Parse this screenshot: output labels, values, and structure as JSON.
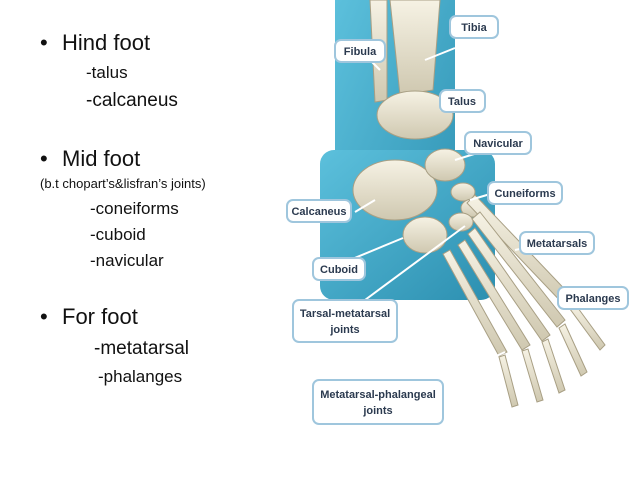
{
  "slide": {
    "sections": [
      {
        "heading": "Hind foot",
        "items": [
          "-talus",
          "-calcaneus"
        ]
      },
      {
        "heading": "Mid foot",
        "note": "(b.t chopart’s&lisfran’s joints)",
        "items": [
          "-coneiforms",
          "-cuboid",
          "-navicular"
        ]
      },
      {
        "heading": "For foot",
        "items": [
          "-metatarsal",
          "-phalanges"
        ]
      }
    ],
    "bullet_glyph": "•"
  },
  "figure": {
    "labels": {
      "tibia": "Tibia",
      "fibula": "Fibula",
      "talus": "Talus",
      "navicular": "Navicular",
      "cuneiforms": "Cuneiforms",
      "calcaneus": "Calcaneus",
      "metatarsals": "Metatarsals",
      "cuboid": "Cuboid",
      "phalanges": "Phalanges",
      "tarsal_1": "Tarsal-metatarsal",
      "tarsal_2": "joints",
      "mp_1": "Metatarsal-phalangeal",
      "mp_2": "joints"
    },
    "colors": {
      "teal": "#3aa6c4",
      "bone": "#e9e4d2",
      "callout_border": "#9fc6dd",
      "label_text": "#2b3a4f"
    }
  }
}
